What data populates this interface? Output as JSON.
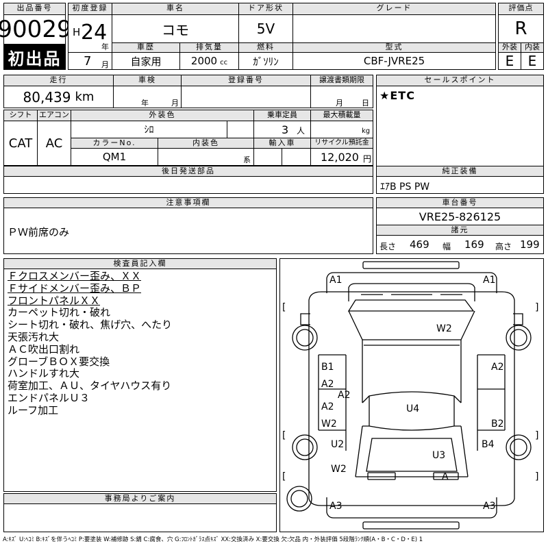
{
  "header": {
    "lot_no_label": "出品番号",
    "lot_no": "90029",
    "first_listing": "初出品",
    "first_reg_label": "初度登録",
    "era": "H",
    "year": "24",
    "year_unit": "年",
    "month": "7",
    "month_unit": "月",
    "car_name_label": "車名",
    "car_name": "コモ",
    "car_history_label": "車歴",
    "car_history": "自家用",
    "displacement_label": "排気量",
    "displacement": "2000",
    "displacement_unit": "cc",
    "door_label": "ドア形状",
    "door": "5V",
    "fuel_label": "燃料",
    "fuel": "ｶﾞｿﾘﾝ",
    "grade_label": "グレード",
    "grade": "",
    "model_label": "型式",
    "model": "CBF-JVRE25",
    "score_label": "評価点",
    "score": "R",
    "exterior_label": "外装",
    "exterior": "E",
    "interior_label": "内装",
    "interior": "E"
  },
  "row2": {
    "mileage_label": "走行",
    "mileage": "80,439",
    "mileage_unit": "km",
    "inspection_label": "車検",
    "inspection_year_unit": "年",
    "inspection_month_unit": "月",
    "reg_no_label": "登録番号",
    "transfer_label": "譲渡書類期限",
    "transfer_month_unit": "月",
    "transfer_day_unit": "日",
    "sales_point_label": "セールスポイント",
    "sales_point": "★ETC"
  },
  "row3": {
    "shift_label": "シフト",
    "shift": "CAT",
    "ac_label": "エアコン",
    "ac": "AC",
    "exterior_color_label": "外装色",
    "exterior_color": "ｼﾛ",
    "capacity_label": "乗車定員",
    "capacity": "3",
    "capacity_unit": "人",
    "load_label": "最大積載量",
    "load_unit": "kg",
    "color_no_label": "カラーNo.",
    "color_no": "QM1",
    "interior_color_label": "内装色",
    "interior_color_unit": "系",
    "import_label": "輸入車",
    "recycle_label": "リサイクル預託金",
    "recycle": "12,020",
    "recycle_unit": "円"
  },
  "later_parts_label": "後日発送部品",
  "genuine_label": "純正装備",
  "genuine": "ｴｱB PS PW",
  "notes_label": "注意事項欄",
  "notes": "ＰＷ前席のみ",
  "chassis": {
    "label": "車台番号",
    "number": "VRE25-826125",
    "dims_label": "諸元",
    "length_label": "長さ",
    "length": "469",
    "width_label": "幅",
    "width": "169",
    "height_label": "高さ",
    "height": "199"
  },
  "inspector_label": "検査員記入欄",
  "inspector_items": [
    "Ｆクロスメンバー歪み、ＸＸ",
    "Ｆサイドメンバー歪み、ＢＰ",
    "フロントパネルＸＸ",
    "カーペット切れ・破れ",
    "シート切れ・破れ、焦げ穴、へたり",
    "天張汚れ大",
    "ＡＣ吹出口割れ",
    "グローブＢＯＸ要交換",
    "ハンドルすれ大",
    "荷室加工、ＡＵ、タイヤハウス有り",
    "エンドパネルＵ３",
    "ルーフ加工"
  ],
  "office_label": "事務局よりご案内",
  "diagram": {
    "brackets": [
      "[",
      "]"
    ],
    "marks": [
      "A1",
      "A1",
      "W2",
      "B1",
      "A2",
      "A2",
      "A2",
      "A2",
      "W2",
      "B2",
      "U4",
      "U2",
      "B4",
      "U3",
      "W2",
      "A",
      "A3",
      "A3"
    ]
  },
  "footer": "A:ｷｽﾞ U:ﾍｺﾐ B:ｷｽﾞを伴うﾍｺﾐ P:要塗装 W:補修跡 S:錆 C:腐食、穴 G:ﾌﾛﾝﾄｶﾞﾗｽ点ｷｽﾞ XX:交換済み X:要交換 欠:欠品 内・外装評価 5段階ﾗﾝｸ順(A・B・C・D・E) 1"
}
